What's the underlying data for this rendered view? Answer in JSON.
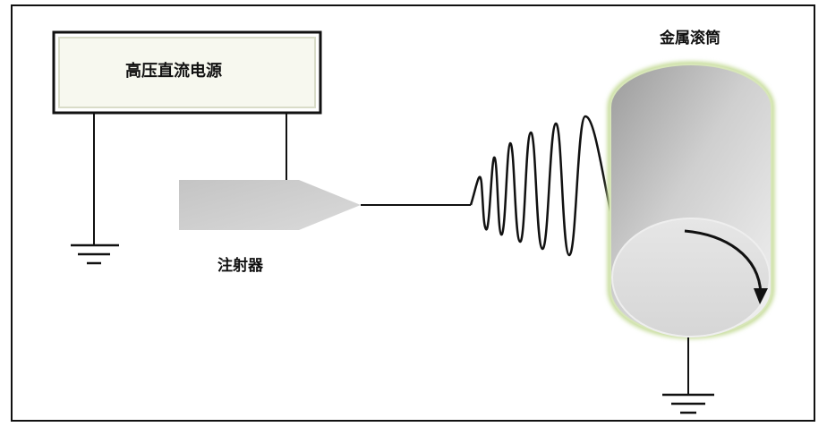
{
  "labels": {
    "power_supply": "高压直流电源",
    "syringe": "注射器",
    "drum": "金属滚筒"
  },
  "colors": {
    "outline": "#111111",
    "power_box_fill": "#f6f8ee",
    "drum_glow": "#c6dc9a",
    "drum_body_light": "#ededed",
    "drum_body_dark": "#a9a9a9",
    "syringe_fill": "#cfcfcf"
  },
  "icons": {
    "ground": "ground-icon",
    "rotation": "clockwise-arrow-icon"
  }
}
